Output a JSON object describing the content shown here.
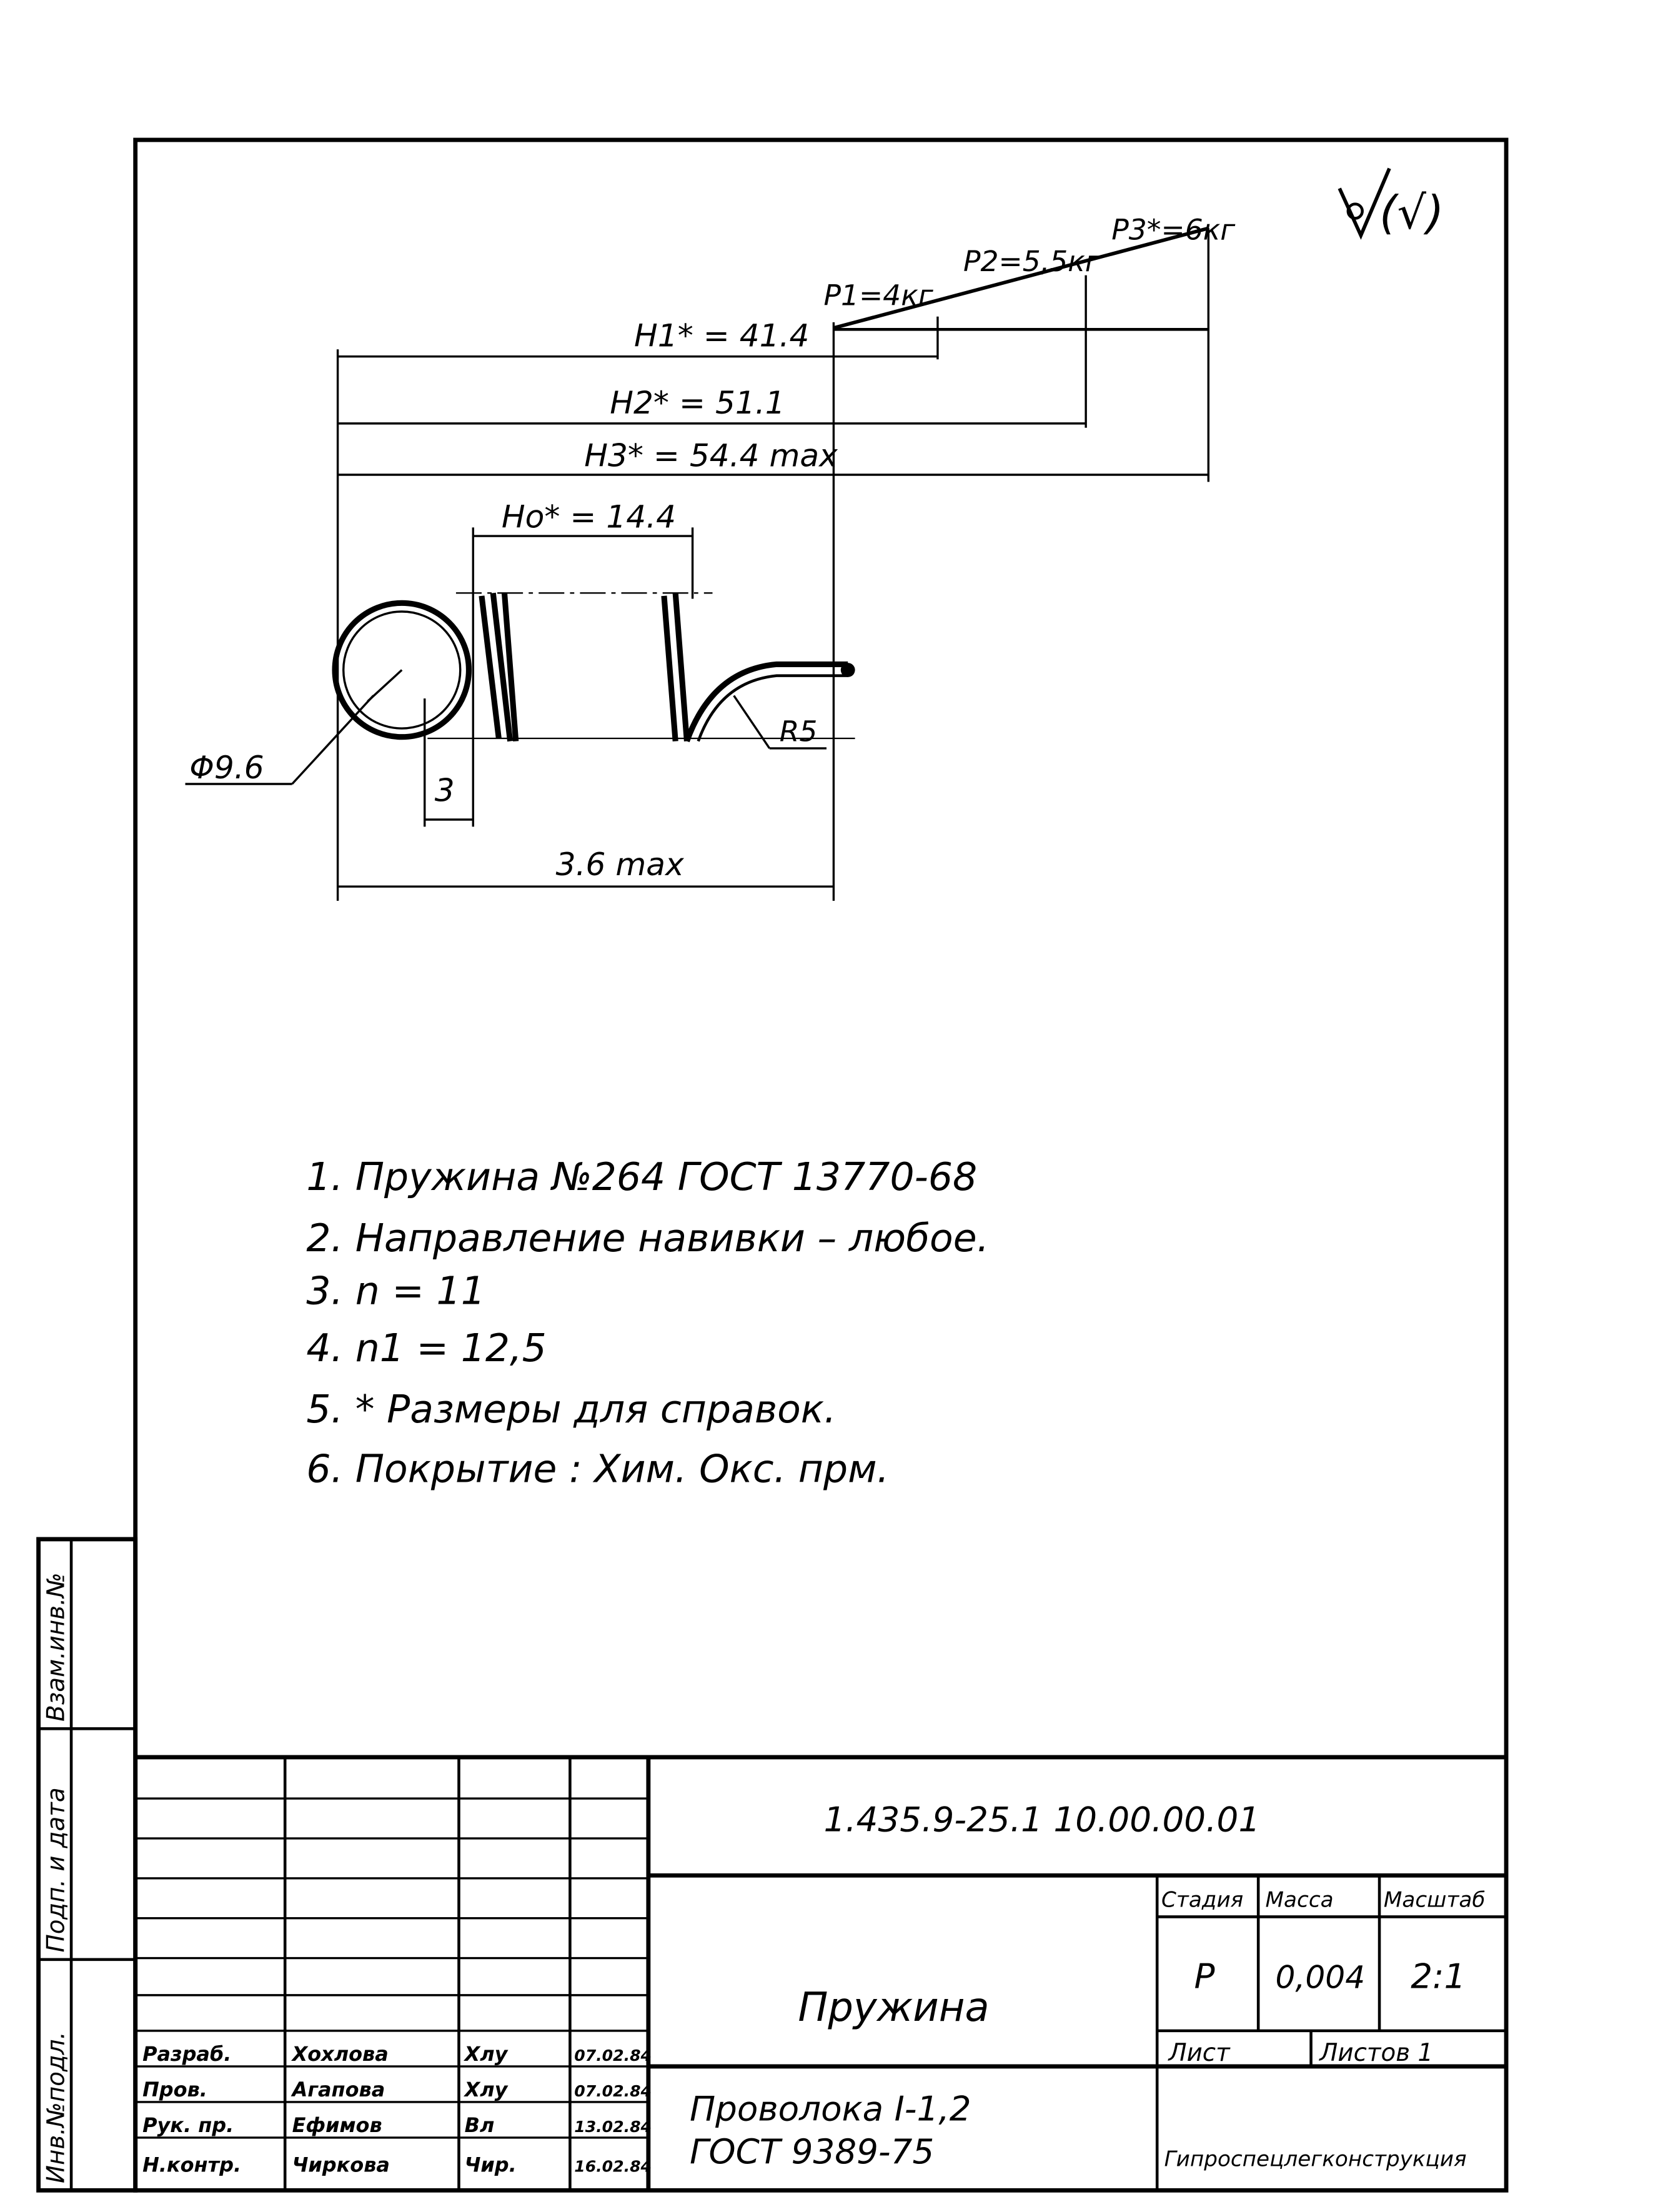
{
  "roughness": "(√)",
  "dimensions": {
    "p1": "P1=4кг",
    "p2": "P2=5,5кг",
    "p3": "P3*=6кг",
    "h1": "H1* = 41.4",
    "h2": "H2* = 51.1",
    "h3": "H3* = 54.4 max",
    "h0": "Ho* = 14.4",
    "diameter": "Φ9.6",
    "radius": "R5",
    "hook_offset": "3",
    "length": "3.6 max"
  },
  "notes": [
    "1. Пружина №264 ГОСТ 13770-68",
    "2. Направление навивки – любое.",
    "3. n = 11",
    "4. n1 = 12,5",
    "5. * Размеры для справок.",
    "6. Покрытие : Хим. Окс. прм."
  ],
  "side_strip": {
    "inv_podl": "Инв.№подл.",
    "podp_data": "Подп. и дата",
    "vzam_inv": "Взам.инв.№"
  },
  "title_block": {
    "designation": "1.435.9-25.1 10.00.00.01",
    "name": "Пружина",
    "material_line1": "Проволока I-1,2",
    "material_line2": "ГОСТ 9389-75",
    "stage_label": "Стадия",
    "mass_label": "Масса",
    "scale_label": "Масштаб",
    "stage": "Р",
    "mass": "0,004",
    "scale": "2:1",
    "sheet_label": "Лист",
    "sheets_label": "Листов 1",
    "organization": "Гипроспецлегконструкция",
    "signatures": [
      {
        "role": "Разраб.",
        "name": "Хохлова",
        "sign": "Хлу",
        "date": "07.02.84"
      },
      {
        "role": "Пров.",
        "name": "Агапова",
        "sign": "Хлу",
        "date": "07.02.84"
      },
      {
        "role": "Рук. пр.",
        "name": "Ефимов",
        "sign": "Вл",
        "date": "13.02.84"
      },
      {
        "role": "Н.контр.",
        "name": "Чиркова",
        "sign": "Чир.",
        "date": "16.02.84"
      }
    ]
  }
}
